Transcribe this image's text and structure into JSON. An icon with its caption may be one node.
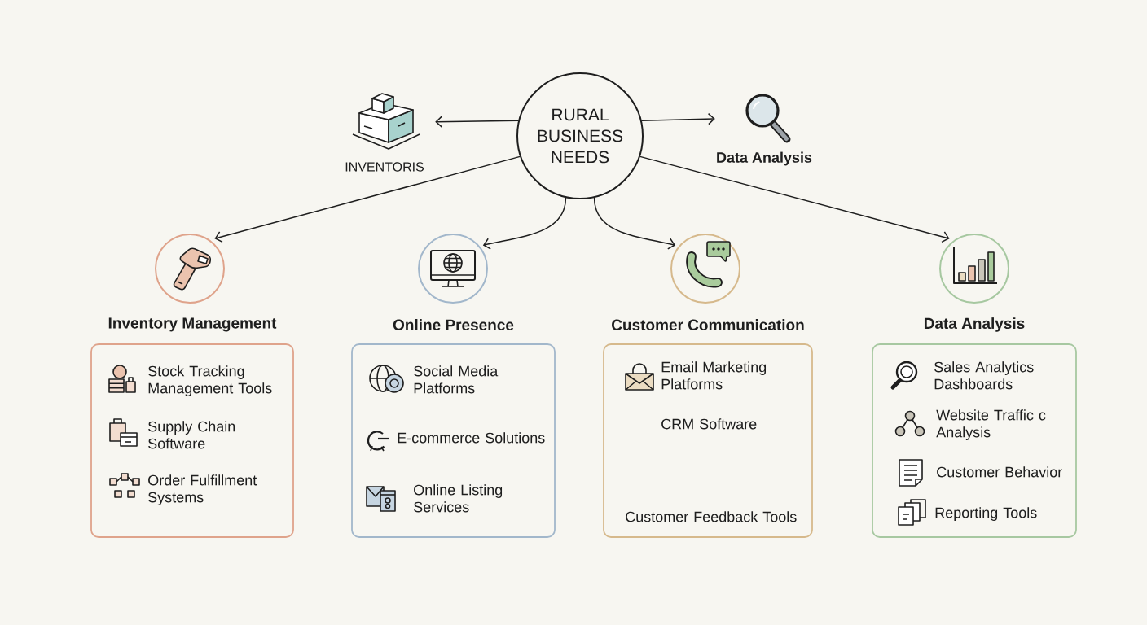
{
  "diagram": {
    "nodes": [
      {
        "text": [
          "RURAL BUSINESS NEEDS"
        ]
      },
      {
        "text": [],
        "shape": "picture",
        "beside": [
          "INVENTORIS"
        ]
      },
      {
        "text": [],
        "shape": "picture",
        "beside": [
          "Data Analysis"
        ]
      },
      {
        "text": [],
        "shape": "circle"
      },
      {
        "text": [
          "Inventory Management",
          "Stock Tracking Management Tools",
          "Supply Chain Software",
          "Order Fulfillment Systems"
        ]
      },
      {
        "text": [],
        "shape": "circle"
      },
      {
        "text": [
          "Online Presence",
          "Social Media Platforms",
          "E-commerce Solutions",
          "Online Listing Services"
        ]
      },
      {
        "text": [],
        "shape": "circle"
      },
      {
        "text": [
          "Customer Communication",
          "Email Marketing Platforms",
          "CRM Software",
          "Customer Feedback Tools"
        ]
      },
      {
        "text": [],
        "shape": "circle"
      },
      {
        "text": [
          "Data Analysis",
          "Sales Analytics Dashboards",
          "Website Traffic c Analysis",
          "Customer Behavior",
          "Reporting Tools"
        ]
      }
    ],
    "edges": [
      {
        "from": 0,
        "to": 1,
        "arrow": "to"
      },
      {
        "from": 0,
        "to": 2,
        "arrow": "to"
      },
      {
        "from": 0,
        "to": 3,
        "arrow": "to"
      },
      {
        "from": 0,
        "to": 5,
        "arrow": "to"
      },
      {
        "from": 0,
        "to": 7,
        "arrow": "to"
      },
      {
        "from": 0,
        "to": 9,
        "arrow": "to"
      }
    ]
  }
}
